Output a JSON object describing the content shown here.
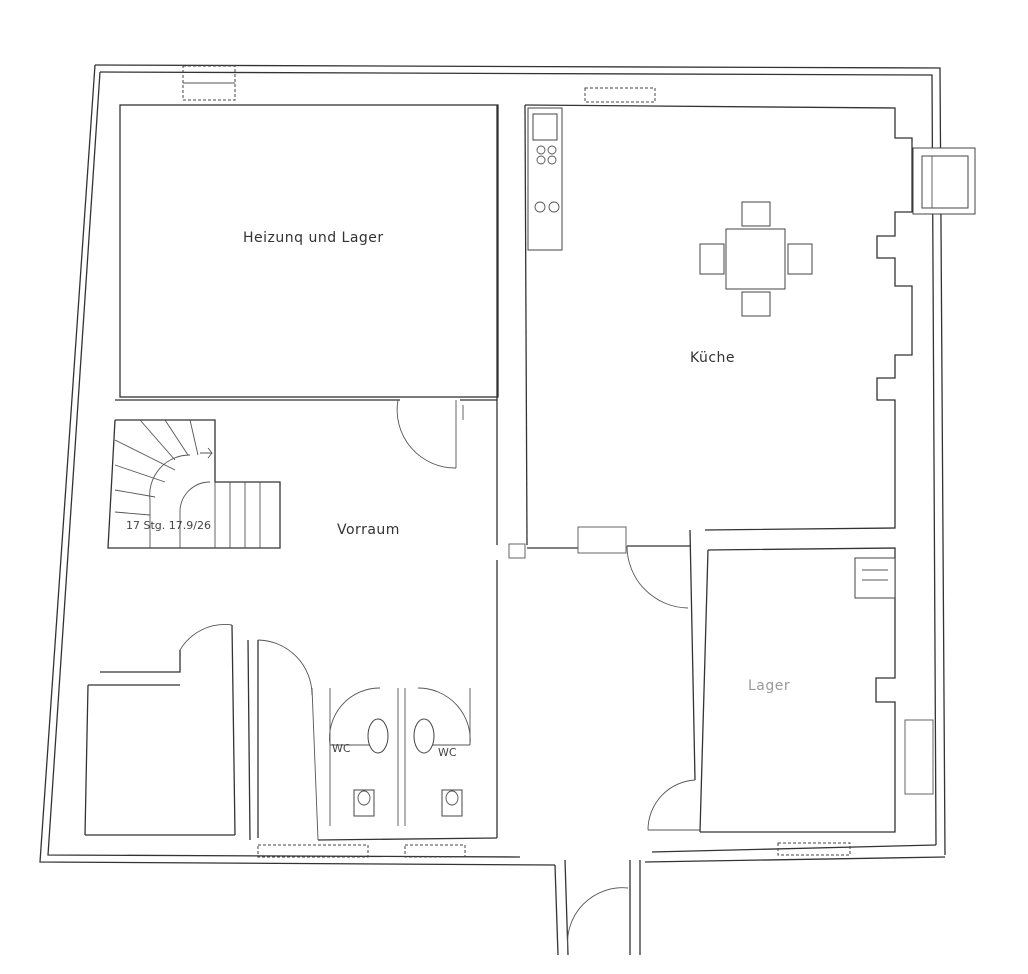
{
  "plan": {
    "rooms": {
      "heizung": "Heizunq und Lager",
      "kueche": "Küche",
      "vorraum": "Vorraum",
      "lager": "Lager"
    },
    "stair_label": "17 Stg. 17.9/26",
    "wc_left": "WC",
    "wc_right": "WC"
  }
}
